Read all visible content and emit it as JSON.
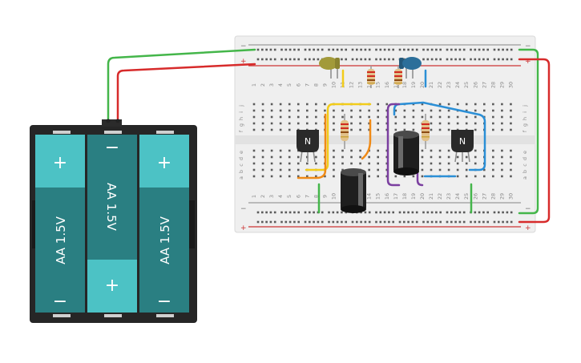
{
  "battery": {
    "cells": [
      {
        "label": "AA 1.5V",
        "top_sign": "+",
        "bottom_sign": "−"
      },
      {
        "label": "AA 1.5V",
        "top_sign": "−",
        "bottom_sign": "+"
      },
      {
        "label": "AA 1.5V",
        "top_sign": "+",
        "bottom_sign": "−"
      }
    ]
  },
  "breadboard": {
    "row_letters_top": [
      "j",
      "i",
      "h",
      "g",
      "f"
    ],
    "row_letters_bottom": [
      "e",
      "d",
      "c",
      "b",
      "a"
    ],
    "column_numbers": [
      "1",
      "2",
      "3",
      "4",
      "5",
      "6",
      "7",
      "8",
      "9",
      "10",
      "11",
      "12",
      "13",
      "14",
      "15",
      "16",
      "17",
      "18",
      "19",
      "20",
      "21",
      "22",
      "23",
      "24",
      "25",
      "26",
      "27",
      "28",
      "29",
      "30"
    ],
    "rail_minus": "−",
    "rail_plus": "+"
  },
  "transistors": [
    {
      "label": "N"
    },
    {
      "label": "N"
    }
  ],
  "colors": {
    "board": "#efefef",
    "teal_dark": "#2a7f82",
    "teal_light": "#4cc2c5",
    "wire_green": "#44b64a",
    "wire_red": "#d72b2b",
    "wire_yellow": "#f2cc1a",
    "wire_orange": "#ef8a17",
    "wire_blue": "#2b8fd6",
    "wire_purple": "#7b3fa0",
    "led_yellow": "#a29a3a",
    "led_blue": "#2c6f9a"
  }
}
